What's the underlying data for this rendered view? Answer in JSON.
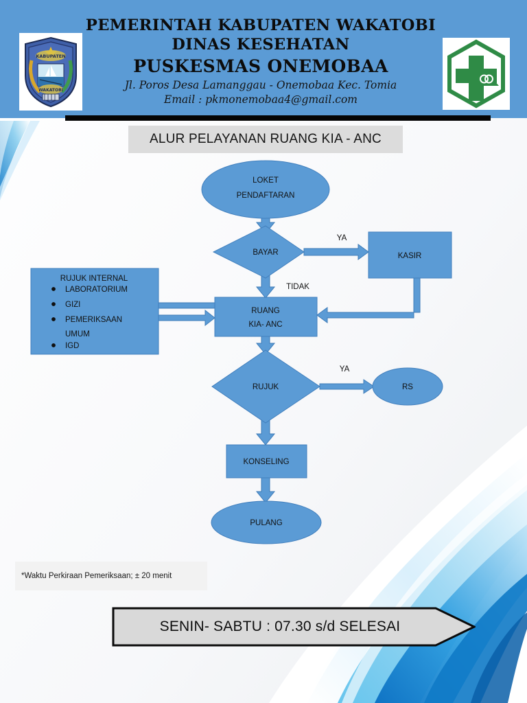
{
  "header": {
    "line1": "PEMERINTAH KABUPATEN WAKATOBI",
    "line2": "DINAS KESEHATAN",
    "line3": "PUSKESMAS ONEMOBAA",
    "address": "Jl. Poros Desa Lamanggau - Onemobaa Kec. Tomia",
    "email": "Email : pkmonemobaa4@gmail.com",
    "left_logo_name": "kabupaten-wakatobi-crest",
    "right_logo_name": "puskesmas-green-cross-logo"
  },
  "flow_title": "ALUR PELAYANAN RUANG KIA - ANC",
  "nodes": {
    "loket": {
      "line1": "LOKET",
      "line2": "PENDAFTARAN"
    },
    "bayar": {
      "label": "BAYAR"
    },
    "kasir": {
      "label": "KASIR"
    },
    "ruang": {
      "line1": "RUANG",
      "line2": "KIA- ANC"
    },
    "rujuk": {
      "label": "RUJUK"
    },
    "rs": {
      "label": "RS"
    },
    "konseling": {
      "label": "KONSELING"
    },
    "pulang": {
      "label": "PULANG"
    },
    "rujuk_internal": {
      "title": "RUJUK INTERNAL",
      "items": [
        "LABORATORIUM",
        "GIZI",
        "PEMERIKSAAN",
        "UMUM",
        "IGD"
      ]
    }
  },
  "edge_labels": {
    "bayar_ya": "YA",
    "bayar_tidak": "TIDAK",
    "rujuk_ya": "YA"
  },
  "footnote": "*Waktu Perkiraan Pemeriksaan; ± 20 menit",
  "banner": {
    "text": "SENIN- SABTU : 07.30 s/d SELESAI"
  },
  "colors": {
    "header_blue": "#5b9bd5",
    "shape_fill": "#5b9bd5",
    "shape_stroke": "#417fbd",
    "title_band": "#dcdcdc",
    "banner_fill": "#d9d9d9",
    "green_logo": "#2f8b46"
  }
}
